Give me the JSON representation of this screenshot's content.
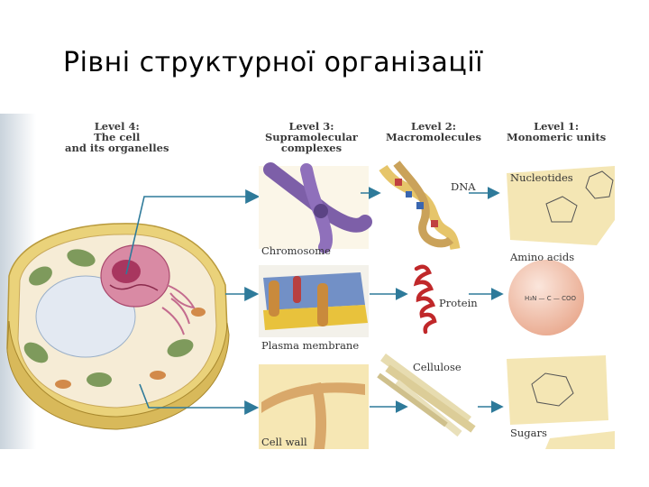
{
  "slide": {
    "title": "Рівні структурної організації"
  },
  "levels": [
    {
      "id": "level4",
      "heading": "Level 4:",
      "line2": "The cell",
      "line3": "and its organelles"
    },
    {
      "id": "level3",
      "heading": "Level 3:",
      "line2": "Supramolecular",
      "line3": "complexes"
    },
    {
      "id": "level2",
      "heading": "Level 2:",
      "line2": "Macromolecules",
      "line3": ""
    },
    {
      "id": "level1",
      "heading": "Level 1:",
      "line2": "Monomeric units",
      "line3": ""
    }
  ],
  "labels": {
    "chromosome": "Chromosome",
    "plasma_membrane": "Plasma membrane",
    "cell_wall": "Cell wall",
    "dna": "DNA",
    "protein": "Protein",
    "cellulose": "Cellulose",
    "nucleotides": "Nucleotides",
    "amino_acids": "Amino acids",
    "sugars": "Sugars"
  },
  "colors": {
    "arrow": "#2e7a9a",
    "cell_wall": "#e8d27a",
    "cytoplasm": "#f6ecd6",
    "nucleus": "#c3507a",
    "chloroplast": "#7e9a5c",
    "chromosome": "#7d5fa8",
    "membrane": "#5b7fc0",
    "protein": "#c0282a",
    "panel": "#f4e6b4",
    "amino_sphere": "#f2c6b2"
  }
}
